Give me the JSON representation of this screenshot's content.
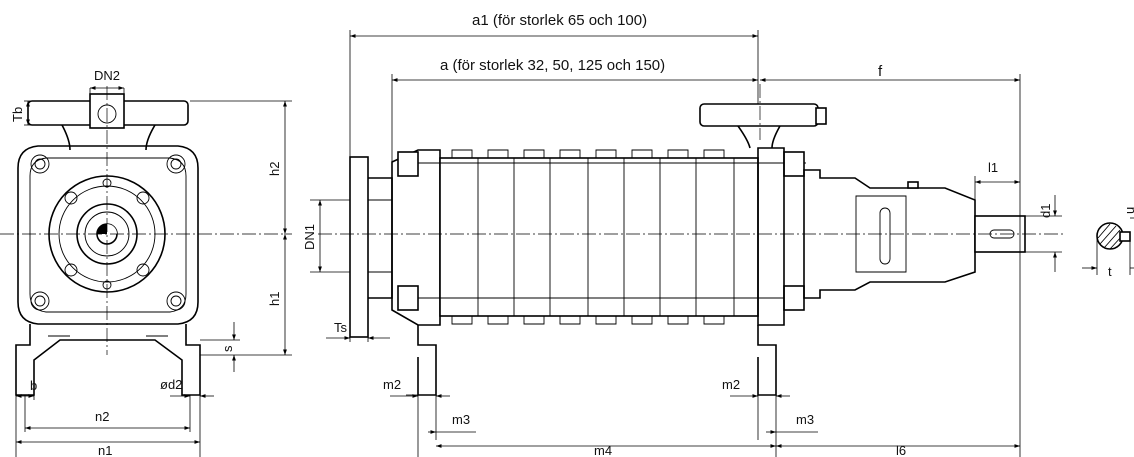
{
  "labels": {
    "dn2": "DN2",
    "tb": "Tb",
    "h2": "h2",
    "h1": "h1",
    "s": "s",
    "b": "b",
    "d2": "ød2",
    "n2": "n2",
    "n1": "n1",
    "a1": "a1 (för storlek 65 och 100)",
    "a": "a (för storlek 32, 50, 125 och 150)",
    "f": "f",
    "dn1": "DN1",
    "ts": "Ts",
    "l1": "l1",
    "d1": "d1",
    "u": "u",
    "t": "t",
    "m2_left": "m2",
    "m3_left": "m3",
    "m2_right": "m2",
    "m3_right": "m3",
    "m4": "m4",
    "l6": "l6"
  }
}
